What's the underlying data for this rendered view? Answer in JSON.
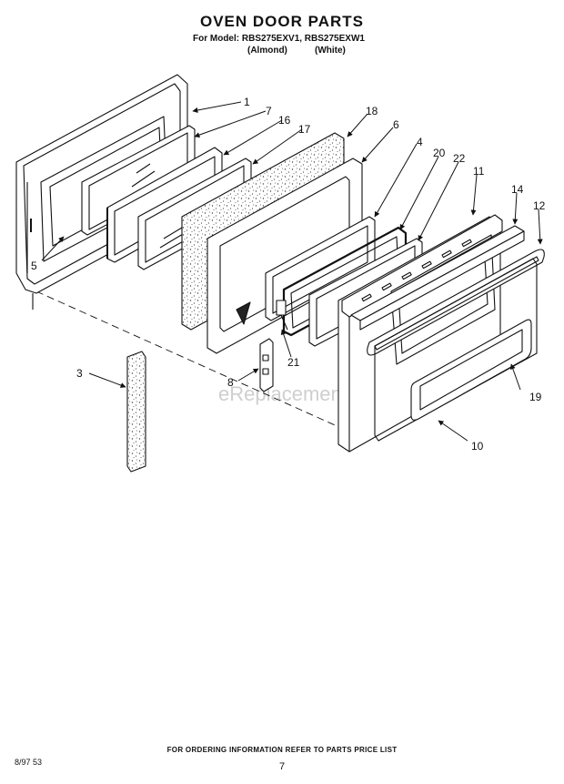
{
  "header": {
    "title": "OVEN DOOR PARTS",
    "model_line": "For Model: RBS275EXV1, RBS275EXW1",
    "variant_almond": "(Almond)",
    "variant_white": "(White)"
  },
  "callouts": {
    "c1": "1",
    "c7": "7",
    "c16": "16",
    "c17": "17",
    "c18": "18",
    "c6": "6",
    "c4": "4",
    "c20": "20",
    "c22": "22",
    "c11": "11",
    "c14": "14",
    "c12": "12",
    "c5": "5",
    "c3": "3",
    "c8": "8",
    "c21": "21",
    "c19": "19",
    "c10": "10"
  },
  "watermark": "eReplacementParts.com",
  "footer": {
    "ordering": "FOR ORDERING INFORMATION REFER TO PARTS PRICE LIST",
    "page": "7",
    "code": "8/97 53"
  }
}
